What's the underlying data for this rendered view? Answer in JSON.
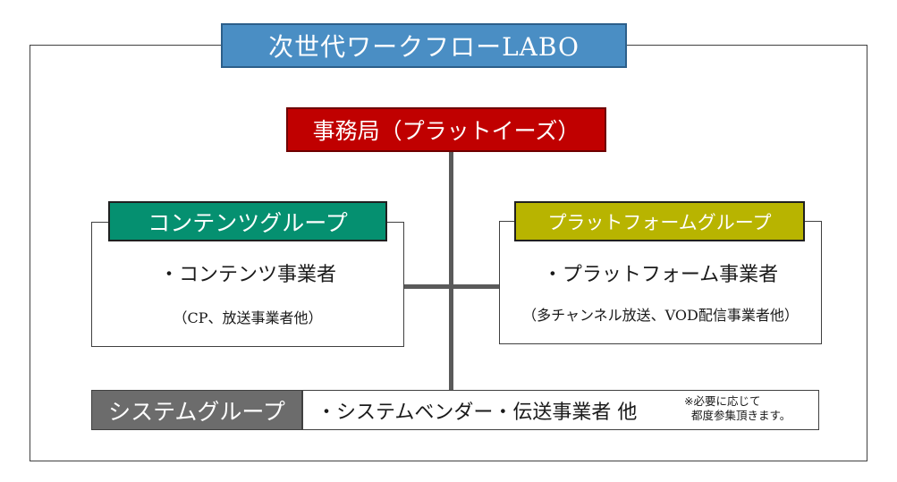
{
  "title": "次世代ワークフローLABO",
  "secretariat": "事務局（プラットイーズ）",
  "content_group": {
    "label": "コンテンツグループ",
    "item": "・コンテンツ事業者",
    "sub": "（CP、放送事業者他）"
  },
  "platform_group": {
    "label": "プラットフォームグループ",
    "item": "・プラットフォーム事業者",
    "sub": "（多チャンネル放送、VOD配信事業者他）"
  },
  "system_group": {
    "label": "システムグループ",
    "item": "・システムベンダー・伝送事業者 他",
    "note_line1": "※必要に応じて",
    "note_line2": "都度参集頂きます。"
  },
  "colors": {
    "title_bg": "#4a8ec4",
    "secretariat_bg": "#c00000",
    "content_bg": "#059070",
    "platform_bg": "#b8b400",
    "system_bg": "#6c6c6c"
  }
}
